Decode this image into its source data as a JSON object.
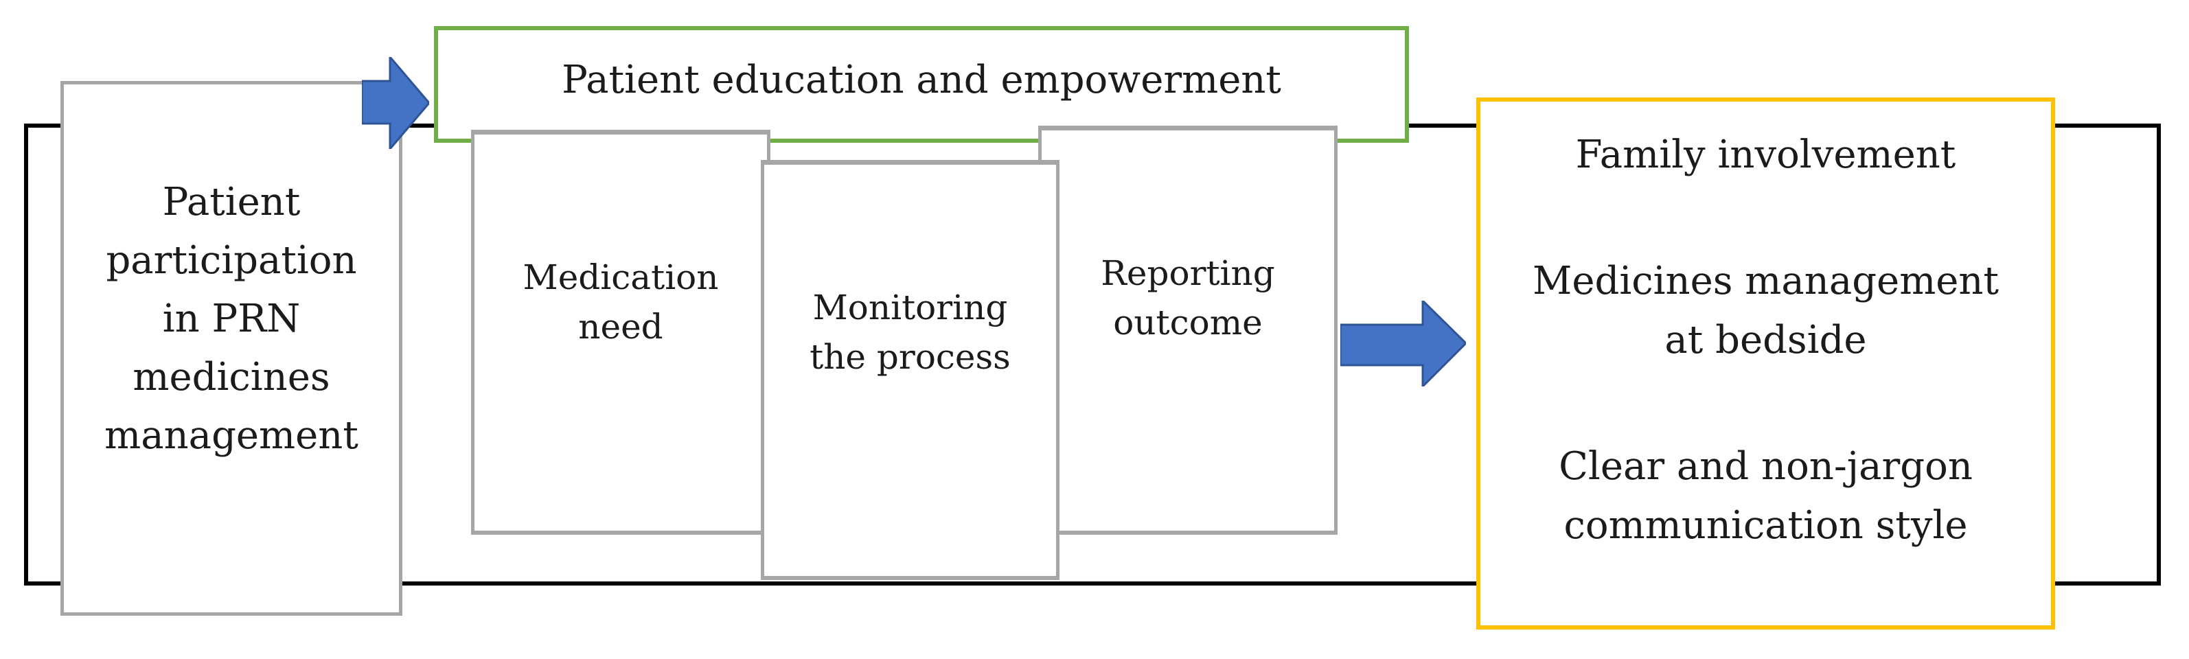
{
  "diagram": {
    "left_box": {
      "lines": [
        "Patient",
        "participation",
        "in PRN",
        "medicines",
        "management"
      ]
    },
    "green_box": {
      "label": "Patient education and empowerment"
    },
    "sub_boxes": [
      {
        "id": "medication-need",
        "lines": [
          "Medication",
          "need"
        ]
      },
      {
        "id": "monitoring-process",
        "lines": [
          "Monitoring",
          "the process"
        ]
      },
      {
        "id": "reporting-outcome",
        "lines": [
          "Reporting",
          "outcome"
        ]
      }
    ],
    "yellow_box": {
      "paragraphs": [
        {
          "lines": [
            "Family involvement"
          ]
        },
        {
          "lines": [
            "Medicines management",
            "at bedside"
          ]
        },
        {
          "lines": [
            "Clear and non-jargon",
            "communication style"
          ]
        }
      ]
    },
    "arrows": [
      {
        "id": "arrow-participation-to-education"
      },
      {
        "id": "arrow-outcome-to-family"
      }
    ],
    "colors": {
      "background": "#ffffff",
      "text": "#1b1b1b",
      "frame_black": "#000000",
      "gray_border": "#a6a6a6",
      "green_border": "#70ad47",
      "yellow_border": "#ffc000",
      "arrow_fill": "#4472c4",
      "arrow_stroke": "#2f5496"
    }
  }
}
